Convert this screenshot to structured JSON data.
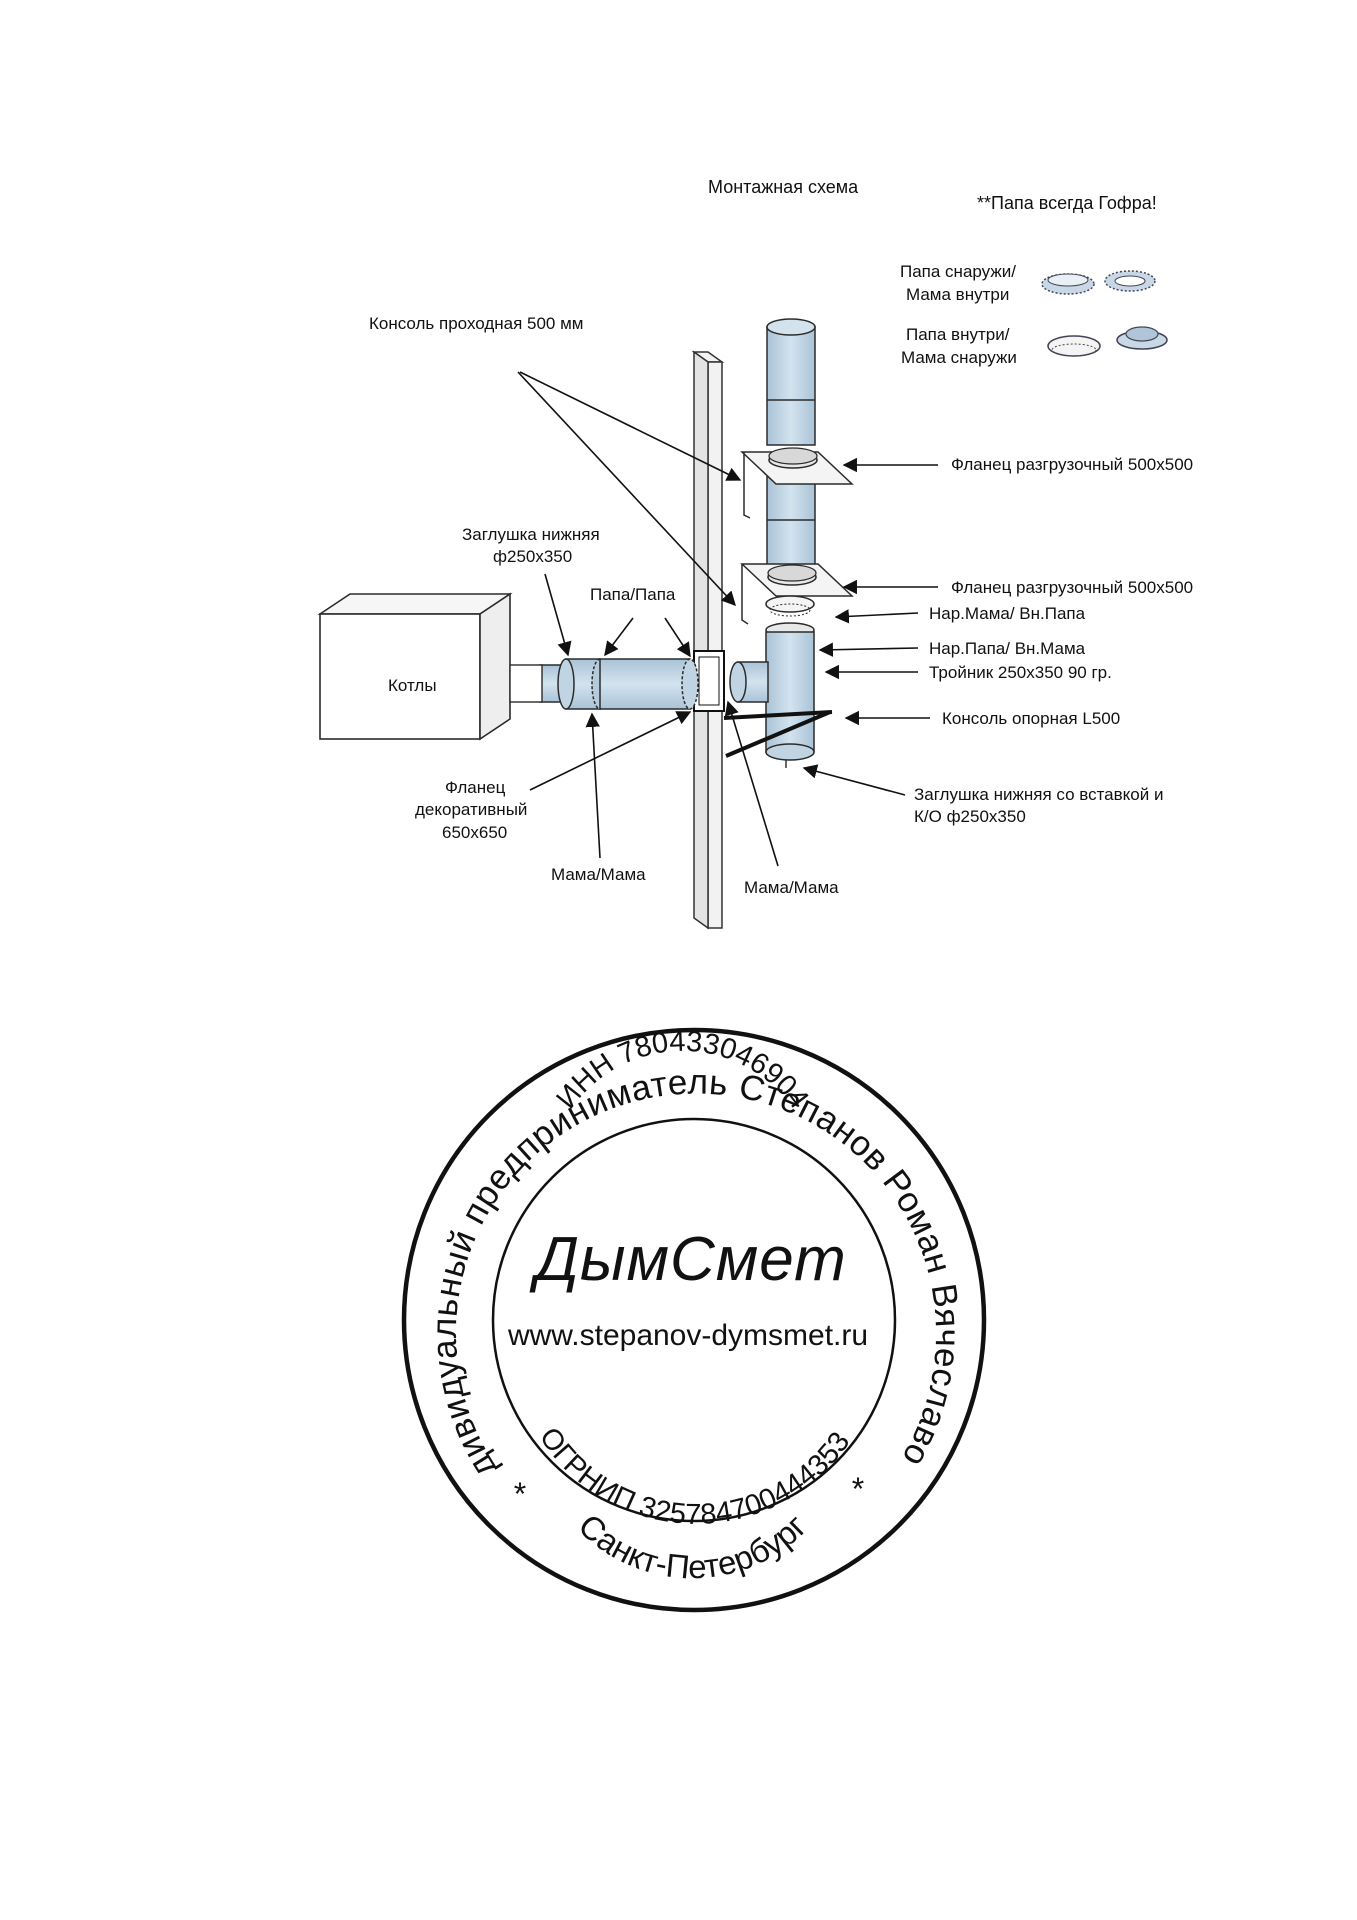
{
  "diagram": {
    "title": "Монтажная схема",
    "note": "**Папа всегда Гофра!",
    "legend": {
      "item1_line1": "Папа снаружи/",
      "item1_line2": "Мама внутри",
      "item2_line1": "Папа внутри/",
      "item2_line2": "Мама снаружи"
    },
    "labels": {
      "console_pass": "Консоль проходная 500 мм",
      "flange_unload_1": "Фланец разгрузочный 500х500",
      "flange_unload_2": "Фланец разгрузочный 500х500",
      "nar_mama_vn_papa": "Нар.Мама/ Вн.Папа",
      "nar_papa_vn_mama": "Нар.Папа/ Вн.Мама",
      "tee": "Тройник 250х350 90 гр.",
      "console_support": "Консоль опорная L500",
      "plug_bottom_insert_1": "Заглушка нижняя со вставкой и",
      "plug_bottom_insert_2": "К/О ф250х350",
      "plug_bottom_1": "Заглушка нижняя",
      "plug_bottom_2": "ф250х350",
      "papa_papa": "Папа/Папа",
      "boiler": "Котлы",
      "flange_deco_1": "Фланец",
      "flange_deco_2": "декоративный",
      "flange_deco_3": "650х650",
      "mama_mama_left": "Мама/Мама",
      "mama_mama_right": "Мама/Мама"
    }
  },
  "stamp": {
    "outer_text": "Индивидуальный предприниматель Степанов Роман Вячеславович",
    "inn": "ИНН 780433046904",
    "logo": "ДымСмет",
    "website": "www.stepanov-dymsmet.ru",
    "ogrnip": "ОГРНИП 325784700444353",
    "city": "Санкт-Петербург",
    "star_left": "*",
    "star_right": "*"
  }
}
